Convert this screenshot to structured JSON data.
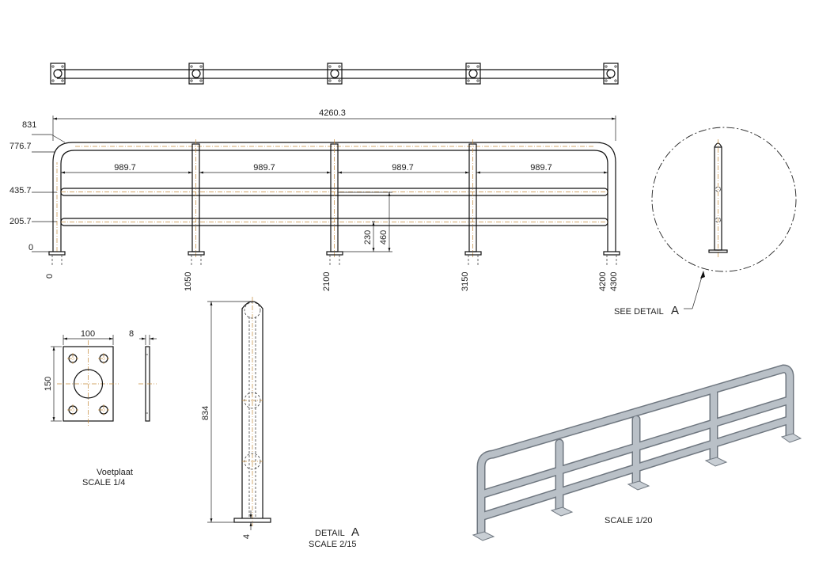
{
  "overall": {
    "total_length": "4260.3",
    "heights": [
      "831",
      "776.7",
      "435.7",
      "205.7",
      "0"
    ],
    "spans": [
      "989.7",
      "989.7",
      "989.7",
      "989.7"
    ],
    "positions": [
      "0",
      "1050",
      "2100",
      "3150",
      "4200",
      "4300"
    ],
    "rail_spacing": "230",
    "rail_height": "460"
  },
  "detail_ref": {
    "see_text": "SEE DETAIL",
    "letter": "A"
  },
  "footplate": {
    "width": "100",
    "height": "150",
    "thickness": "8",
    "title": "Voetplaat",
    "scale": "SCALE   1/4"
  },
  "detail_a": {
    "height": "834",
    "base": "4",
    "title": "DETAIL",
    "letter": "A",
    "scale": "SCALE  2/15"
  },
  "iso_view": {
    "scale": "SCALE  1/20"
  },
  "colors": {
    "line": "#111111",
    "centerline": "#c58a3a",
    "steel": "#aeb5bd"
  }
}
